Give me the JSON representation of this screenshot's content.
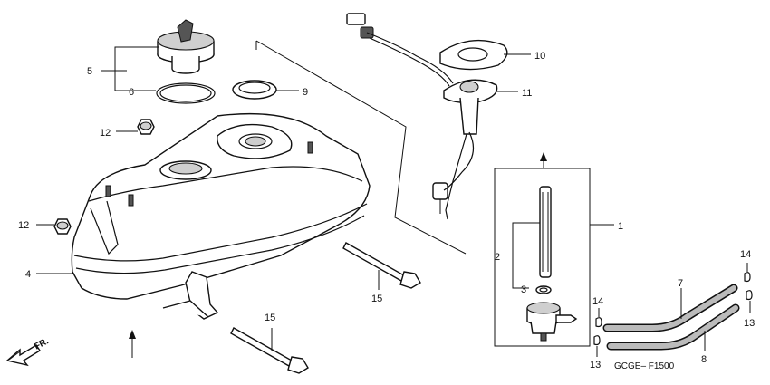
{
  "labels": {
    "p1": "1",
    "p2": "2",
    "p3": "3",
    "p4": "4",
    "p5": "5",
    "p6": "6",
    "p7": "7",
    "p8": "8",
    "p9": "9",
    "p10": "10",
    "p11": "11",
    "p12a": "12",
    "p12b": "12",
    "p13a": "13",
    "p13b": "13",
    "p14a": "14",
    "p14b": "14",
    "p15a": "15",
    "p15b": "15"
  },
  "diagram_code": "GCGE– F1500",
  "front_marker": "FR."
}
